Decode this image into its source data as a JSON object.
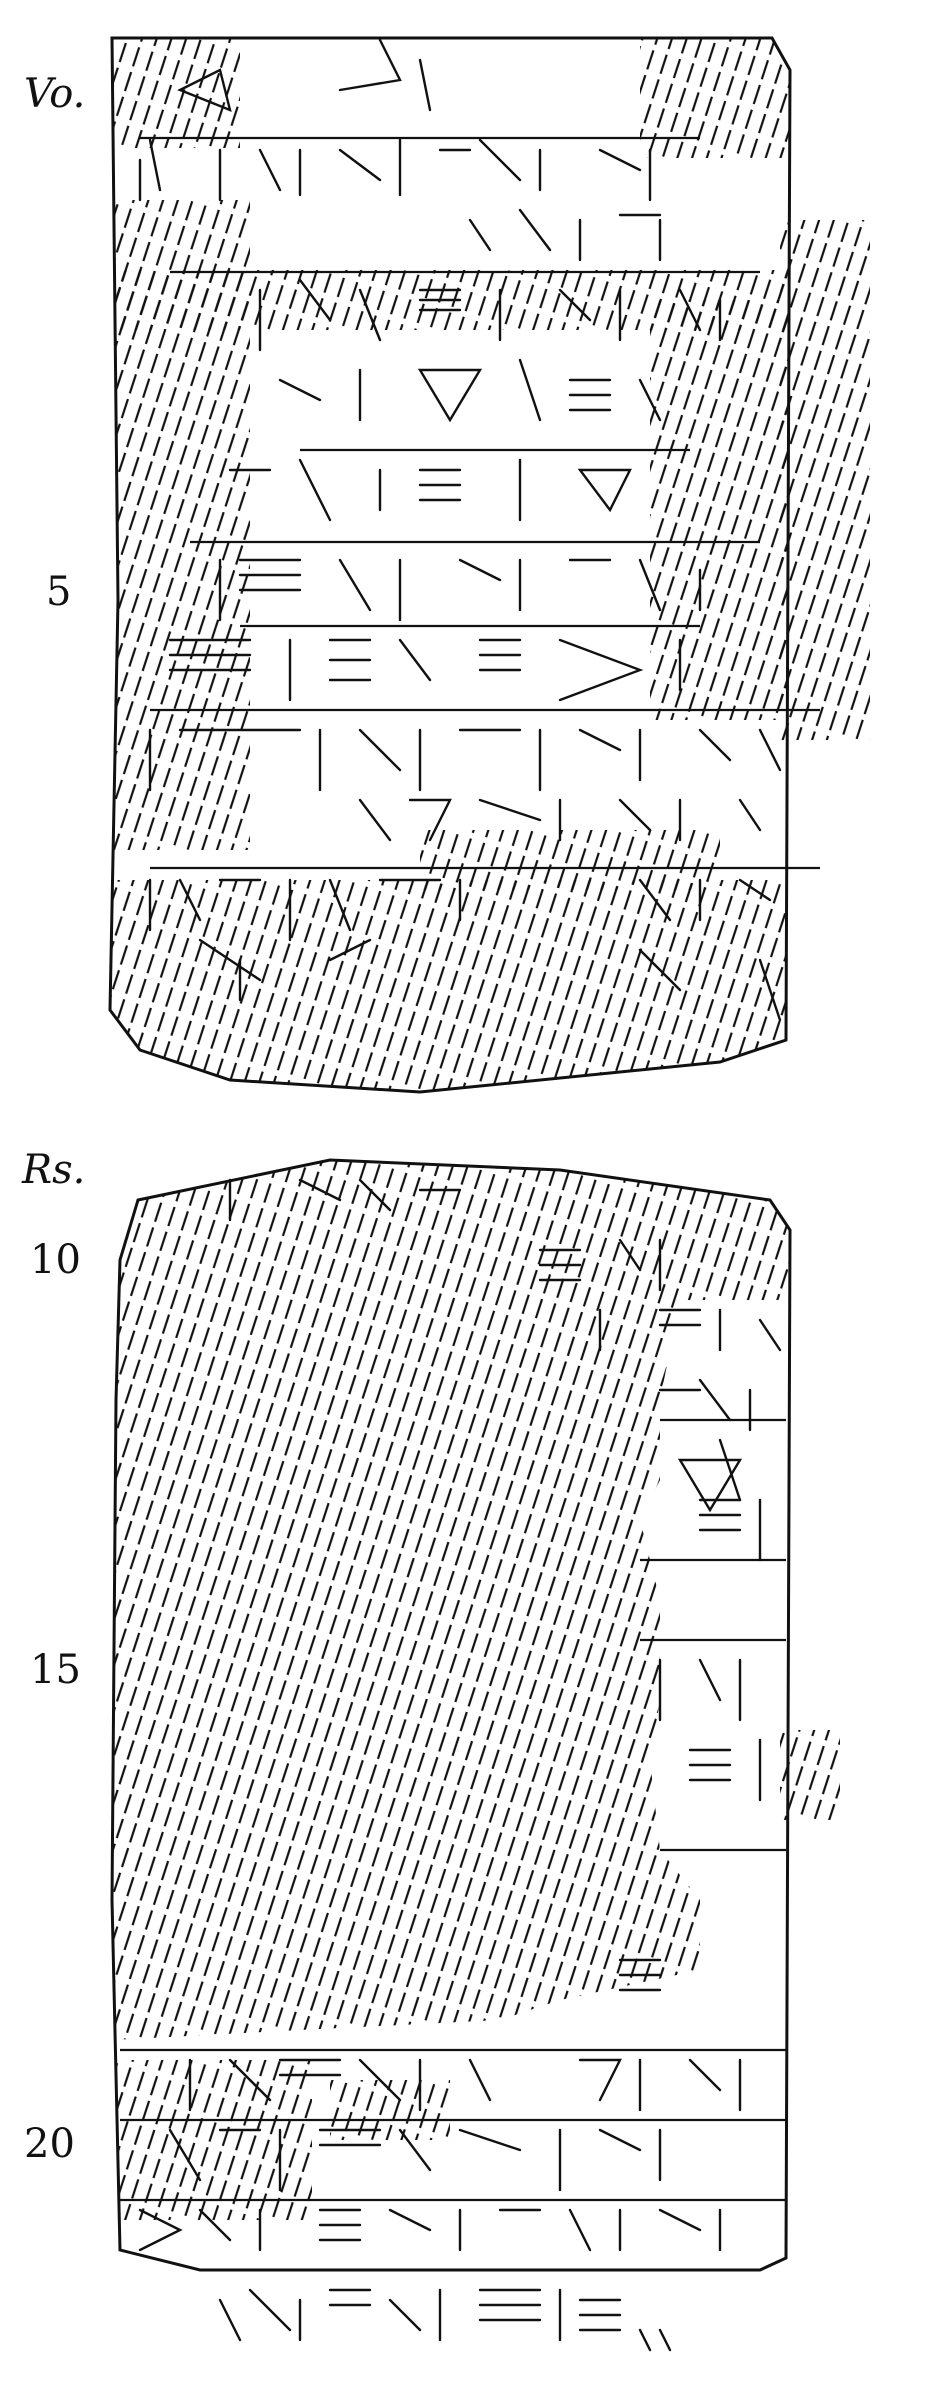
{
  "labels": {
    "obverse": "Vo.",
    "reverse": "Rs.",
    "line_5": "5",
    "line_10": "10",
    "line_15": "15",
    "line_20": "20"
  },
  "style": {
    "ink_color": "#111111",
    "paper_color": "#ffffff"
  },
  "icons": [
    "cuneiform-tablet-obverse-drawing",
    "cuneiform-tablet-reverse-drawing"
  ]
}
